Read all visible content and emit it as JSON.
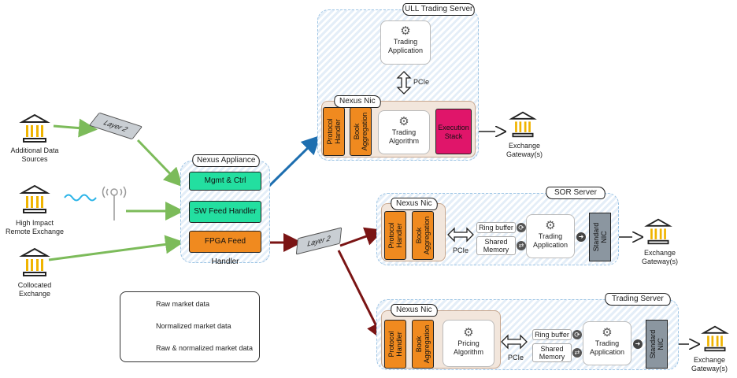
{
  "colors": {
    "green": "#7cbb5a",
    "maroon": "#7a1414",
    "blue": "#1e6fb0",
    "orange": "#f08a1f",
    "mint": "#23dfa0",
    "magenta": "#e0156a",
    "standard_nic": "#8b96a0"
  },
  "sources": {
    "additional": {
      "label": "Additional Data\nSources",
      "icon": "bank-icon"
    },
    "remote": {
      "label": "High Impact\nRemote Exchange",
      "icon": "bank-icon"
    },
    "collocated": {
      "label": "Collocated\nExchange",
      "icon": "bank-icon"
    },
    "switch_label": "Layer 2"
  },
  "appliance": {
    "title": "Nexus Appliance",
    "mgmt": "Mgmt & Ctrl",
    "sw_feed": "SW Feed Handler",
    "fpga_feed": "FPGA Feed Handler"
  },
  "switch2_label": "Layer 2",
  "ull": {
    "title": "ULL Trading Server",
    "trading_app": "Trading\nApplication",
    "pcie": "PCIe",
    "nic_title": "Nexus Nic",
    "protocol": "Protocol\nHandler",
    "book": "Book\nAggregation",
    "algo": "Trading\nAlgorithm",
    "exec": "Execution\nStack",
    "gateway": "Exchange\nGateway(s)"
  },
  "sor": {
    "title": "SOR Server",
    "nic_title": "Nexus Nic",
    "protocol": "Protocol\nHandler",
    "book": "Book\nAggregation",
    "pcie": "PCIe",
    "ring": "Ring buffer",
    "shared": "Shared\nMemory",
    "trading_app": "Trading\nApplication",
    "std_nic": "Standard\nNIC",
    "gateway": "Exchange\nGateway(s)"
  },
  "trading": {
    "title": "Trading Server",
    "nic_title": "Nexus Nic",
    "protocol": "Protocol\nHandler",
    "book": "Book\nAggregation",
    "pricing": "Pricing\nAlgorithm",
    "pcie": "PCIe",
    "ring": "Ring buffer",
    "shared": "Shared\nMemory",
    "trading_app": "Trading\nApplication",
    "std_nic": "Standard\nNIC",
    "gateway": "Exchange\nGateway(s)"
  },
  "legend": {
    "raw": "Raw market data",
    "normalized": "Normalized market data",
    "both": "Raw & normalized market data"
  }
}
